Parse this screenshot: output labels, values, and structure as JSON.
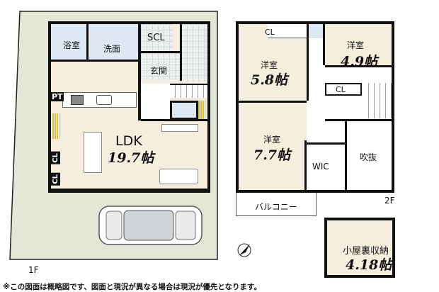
{
  "floor1": {
    "label": "1F",
    "rooms": {
      "bath": "浴室",
      "washroom": "洗面",
      "scl": "SCL",
      "entrance": "玄関",
      "pt": "PT",
      "ldk": "LDK",
      "ldk_size": "19.7帖",
      "cl1": "CL",
      "cl2": "CL"
    }
  },
  "floor2": {
    "label": "2F",
    "rooms": {
      "western1": "洋室",
      "western1_size": "5.8帖",
      "western2": "洋室",
      "western2_size": "4.9帖",
      "western3": "洋室",
      "western3_size": "7.7帖",
      "cl1": "CL",
      "cl2": "CL",
      "wic": "WIC",
      "void": "吹抜",
      "balcony": "バルコニー"
    }
  },
  "attic": {
    "label": "小屋裏収納",
    "size": "4.18帖"
  },
  "note": "※この図面は概略図です、図面と現況が異なる場合は現況が優先となります。",
  "colors": {
    "lot": "#e3e8d6",
    "floor": "#f5eedd",
    "wet": "#dde8f3",
    "wall": "#111111"
  }
}
